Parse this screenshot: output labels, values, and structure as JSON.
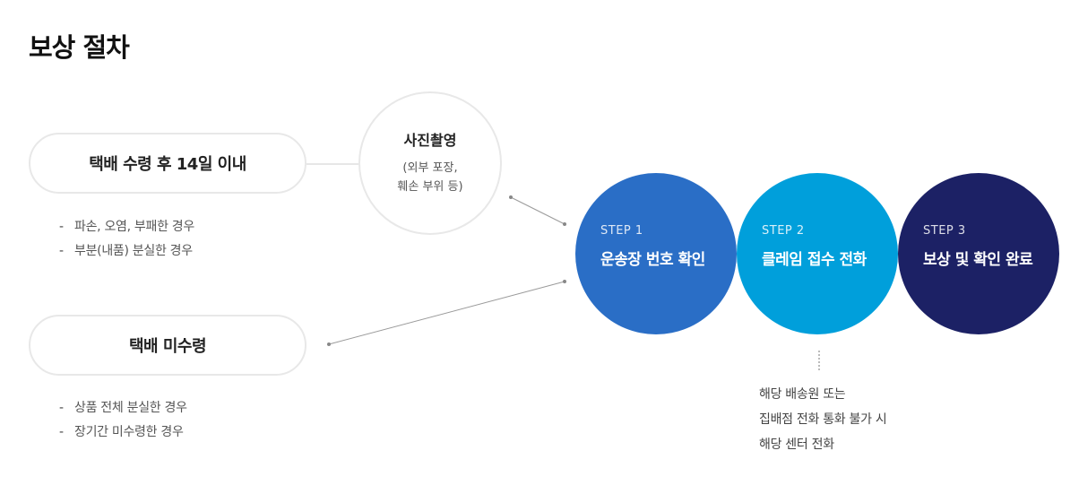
{
  "title": "보상 절차",
  "cases": [
    {
      "label": "택배 수령 후 14일 이내",
      "bullets": [
        "파손, 오염, 부패한 경우",
        "부분(내품) 분실한 경우"
      ]
    },
    {
      "label": "택배 미수령",
      "bullets": [
        "상품 전체 분실한 경우",
        "장기간 미수령한 경우"
      ]
    }
  ],
  "bullet_marker": "-",
  "photo": {
    "title": "사진촬영",
    "lines": [
      "(외부 포장,",
      "훼손 부위 등)"
    ]
  },
  "steps": [
    {
      "num": "STEP 1",
      "label": "운송장 번호 확인",
      "color": "#2a6ec6"
    },
    {
      "num": "STEP 2",
      "label": "클레임 접수 전화",
      "color": "#009fdb"
    },
    {
      "num": "STEP 3",
      "label": "보상 및 확인 완료",
      "color": "#1c2165"
    }
  ],
  "note_lines": [
    "해당 배송원 또는",
    "집배점 전화 통화 불가 시",
    "해당 센터 전화"
  ]
}
